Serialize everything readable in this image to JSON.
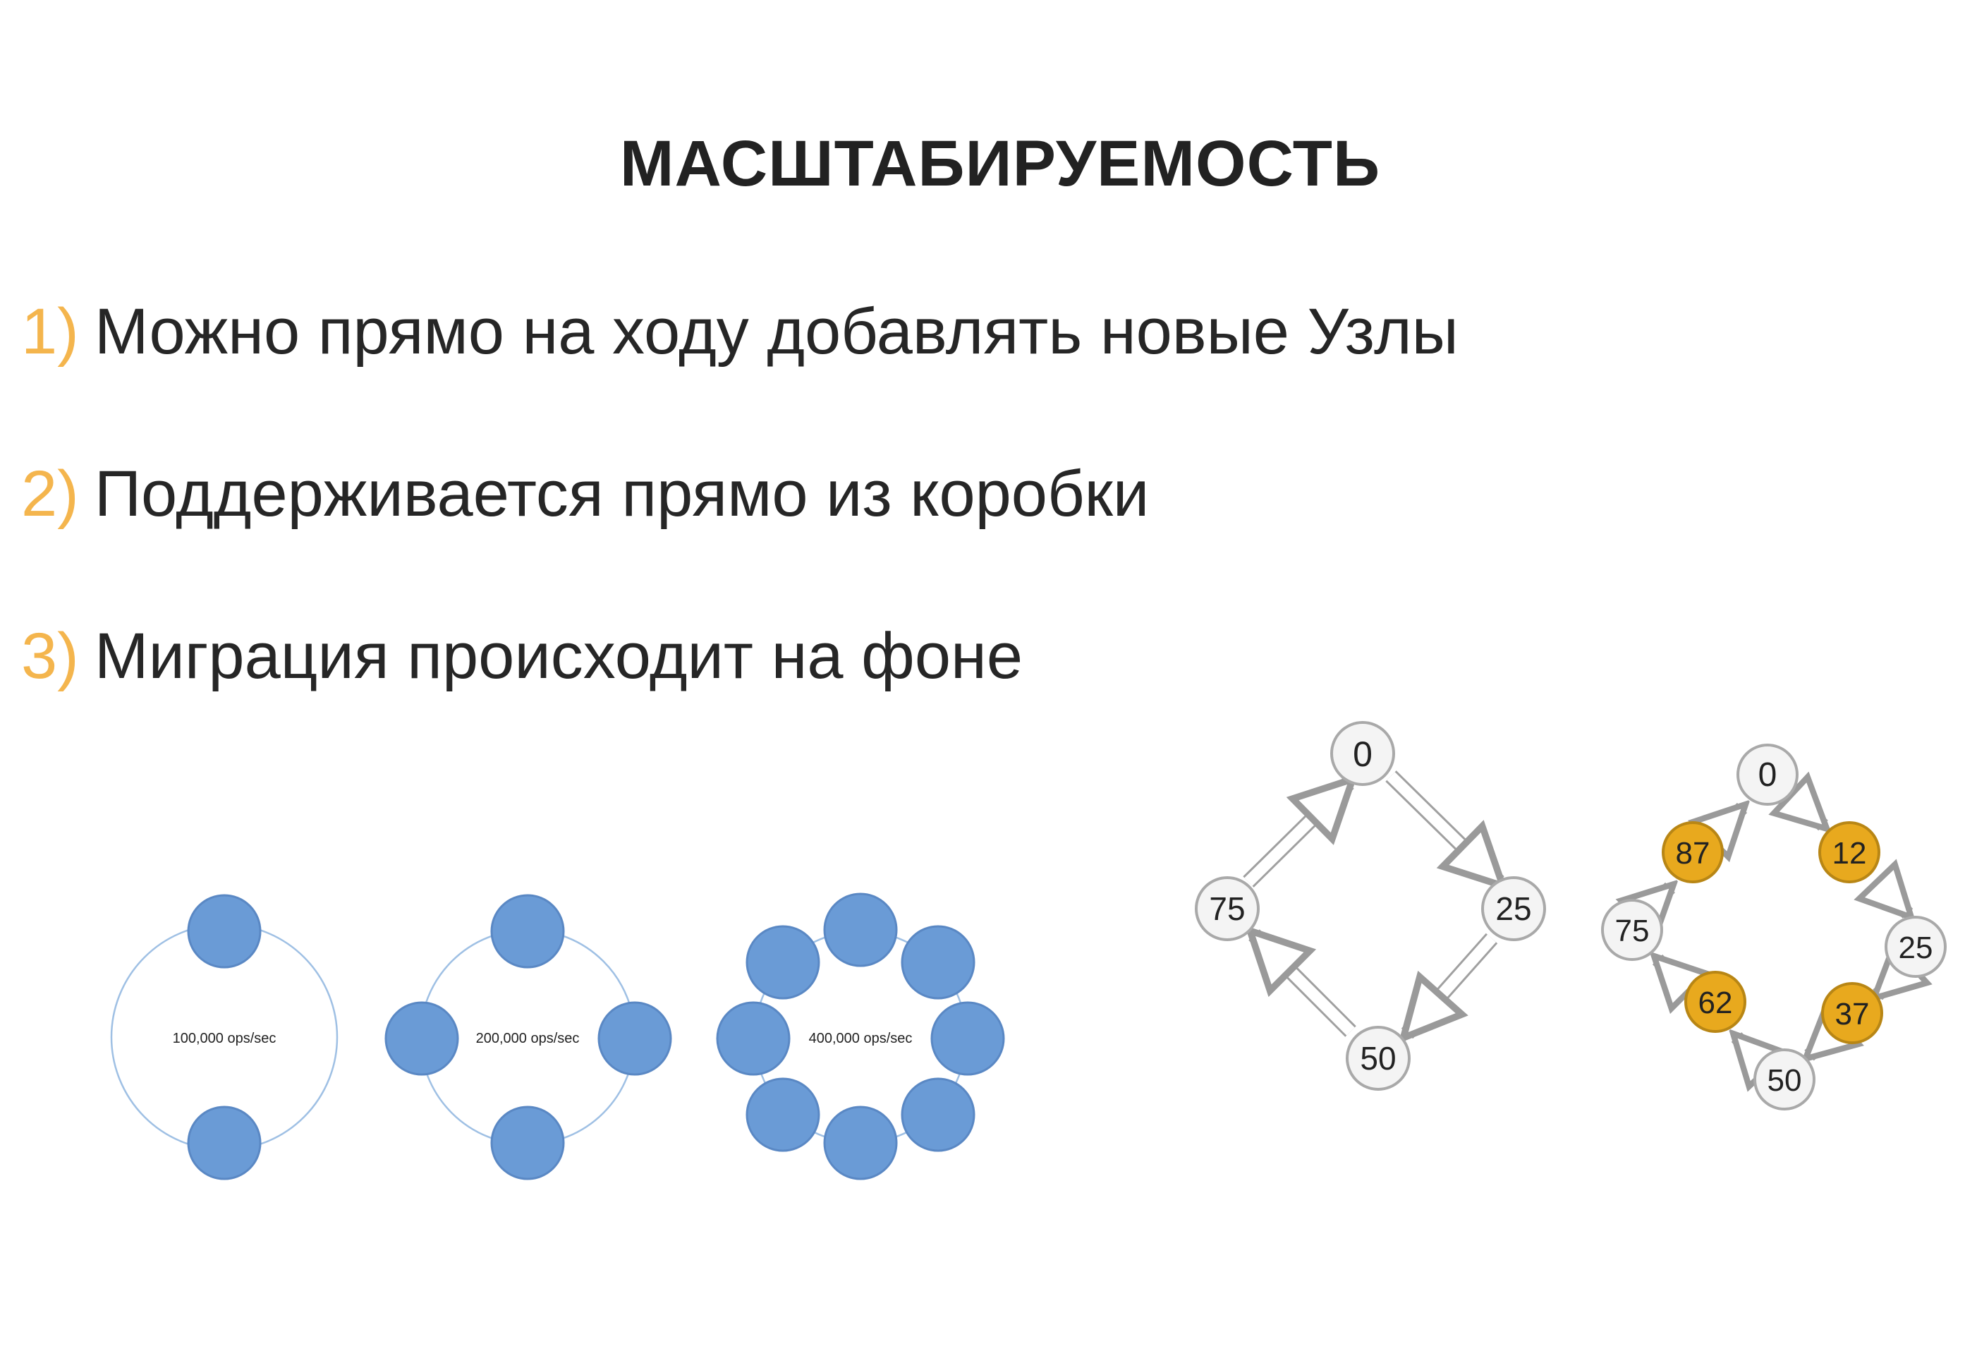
{
  "slide": {
    "title": "МАСШТАБИРУЕМОСТЬ",
    "bullets": [
      {
        "number": "1)",
        "text": "Можно прямо на ходу добавлять новые Узлы"
      },
      {
        "number": "2)",
        "text": "Поддерживается прямо из коробки"
      },
      {
        "number": "3)",
        "text": "Миграция происходит на фоне"
      }
    ]
  },
  "colors": {
    "accent": "#f4b54d",
    "node_blue": "#6a9bd6",
    "node_gold": "#e8a91e",
    "node_white": "#f4f4f4"
  },
  "clusters": [
    {
      "label": "100,000 ops/sec",
      "nodes": 2
    },
    {
      "label": "200,000 ops/sec",
      "nodes": 4
    },
    {
      "label": "400,000 ops/sec",
      "nodes": 8
    }
  ],
  "ring_before": {
    "nodes": [
      "0",
      "25",
      "50",
      "75"
    ]
  },
  "ring_after": {
    "nodes": [
      "0",
      "12",
      "25",
      "37",
      "50",
      "62",
      "75",
      "87"
    ],
    "new_nodes": [
      "12",
      "37",
      "62",
      "87"
    ]
  }
}
